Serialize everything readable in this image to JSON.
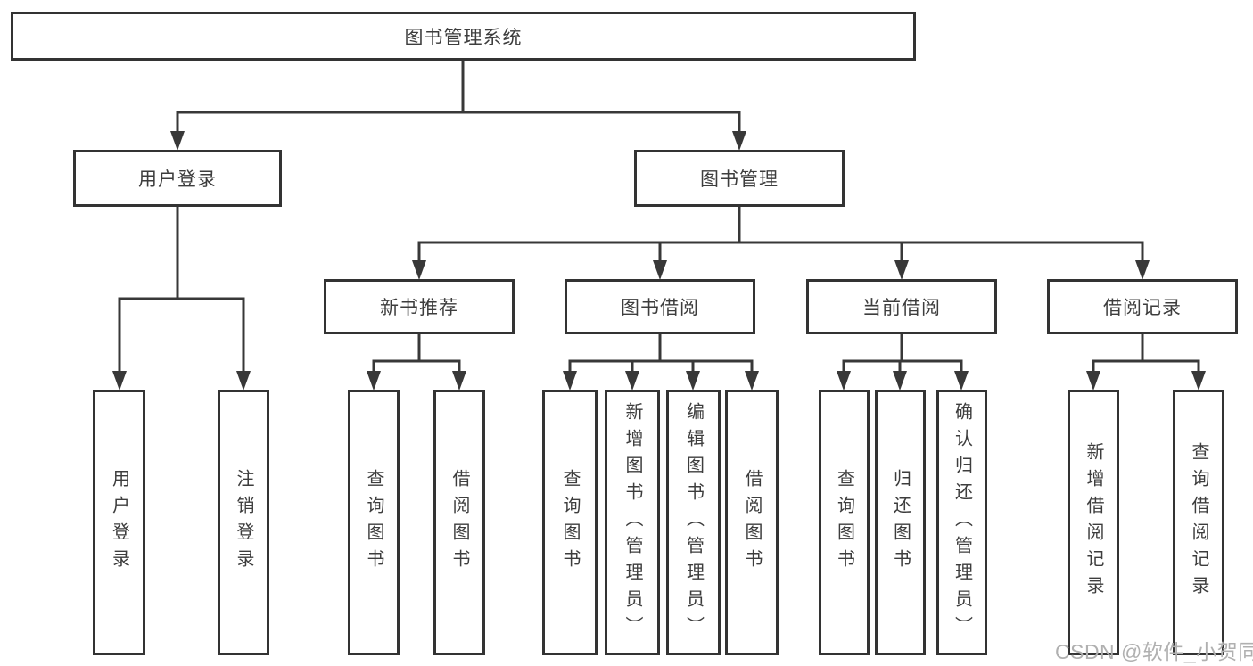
{
  "nodes": {
    "root": "图书管理系统",
    "level1": [
      "用户登录",
      "图书管理"
    ],
    "level2": [
      "新书推荐",
      "图书借阅",
      "当前借阅",
      "借阅记录"
    ],
    "leaves": {
      "user_login": [
        "用户登录",
        "注销登录"
      ],
      "new_book": [
        "查询图书",
        "借阅图书"
      ],
      "book_borrow": [
        "查询图书",
        "新增图书（管理员）",
        "编辑图书（管理员）",
        "借阅图书"
      ],
      "current_borrow": [
        "查询图书",
        "归还图书",
        "确认归还（管理员）"
      ],
      "borrow_records": [
        "新增借阅记录",
        "查询借阅记录"
      ]
    }
  },
  "watermark": "CSDN @软件_小贺同学",
  "colors": {
    "line": "#383838",
    "border": "#333333",
    "text": "#3d3d3d",
    "watermark": "#b0b0b0",
    "bg": "#ffffff"
  }
}
